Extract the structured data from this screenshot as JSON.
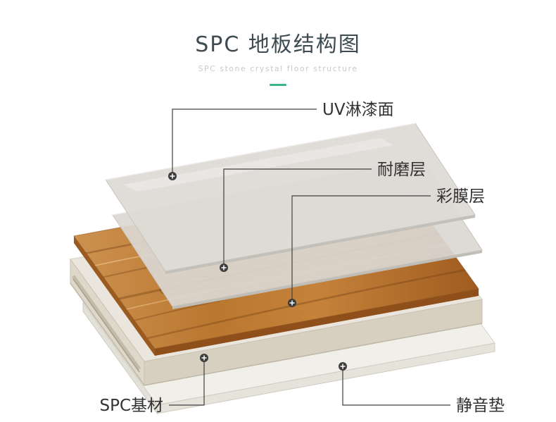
{
  "header": {
    "title": "SPC 地板结构图",
    "subtitle": "SPC stone crystal floor structure"
  },
  "diagram": {
    "labels": [
      {
        "id": "uv-coating",
        "text": "UV淋漆面"
      },
      {
        "id": "wear-layer",
        "text": "耐磨层"
      },
      {
        "id": "color-film",
        "text": "彩膜层"
      },
      {
        "id": "spc-core",
        "text": "SPC基材"
      },
      {
        "id": "silent-pad",
        "text": "静音垫"
      }
    ]
  },
  "colors": {
    "accent_green": "#3cb487",
    "title_text": "#3e4c52",
    "subtitle_text": "#c9c9c9",
    "label_text": "#333333",
    "callout_line": "#404040",
    "glass_sheet": "#dcd9d3",
    "wood_light": "#cd9250",
    "wood_dark": "#9f5c20",
    "core_top": "#eae6dd",
    "core_front": "#d9d2c2",
    "pad": "#f1efea"
  }
}
